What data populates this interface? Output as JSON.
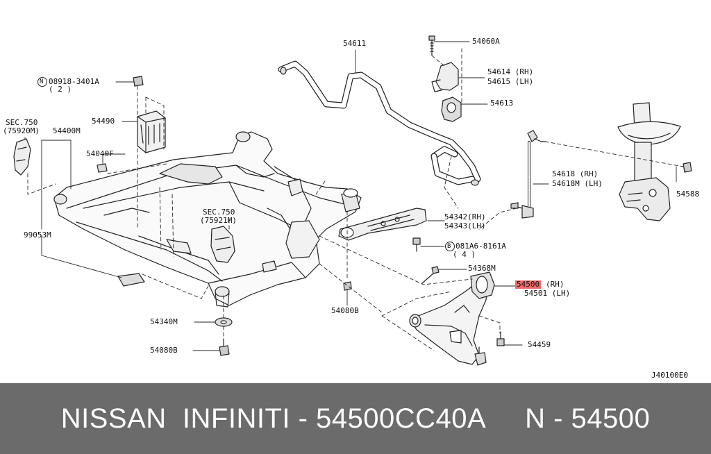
{
  "labels": {
    "l54611": "54611",
    "l54060A": "54060A",
    "l54614": "54614 (RH)",
    "l54615": "54615 (LH)",
    "l54613": "54613",
    "l08918": "08918-3401A",
    "l08918q": "( 2 )",
    "l54490": "54490",
    "lsec750a": "SEC.750",
    "lsec750a2": "(75920M)",
    "l54400M": "54400M",
    "l54040F": "54040F",
    "l54618": "54618 (RH)",
    "l54618M": "54618M (LH)",
    "l54588": "54588",
    "l99053M": "99053M",
    "lsec750b": "SEC.750",
    "lsec750b2": "(75921M)",
    "l54342": "54342(RH)",
    "l54343": "54343(LH)",
    "l081A6": "081A6-8161A",
    "l081A6q": "( 4 )",
    "l54368M": "54368M",
    "l54500": "54500",
    "l54500s": "(RH)",
    "l54501": "54501 (LH)",
    "l54340M": "54340M",
    "l54080B_a": "54080B",
    "l54080B_b": "54080B",
    "l54459": "54459",
    "lref": "J40100E0"
  },
  "circled": {
    "n": "N",
    "b": "B"
  },
  "footer": {
    "text": "NISSAN  INFINITI - 54500CC40A     N - 54500"
  },
  "colors": {
    "highlight": "#f06a6a",
    "footer_bg": "#6b6b6b",
    "footer_text": "#ffffff"
  }
}
